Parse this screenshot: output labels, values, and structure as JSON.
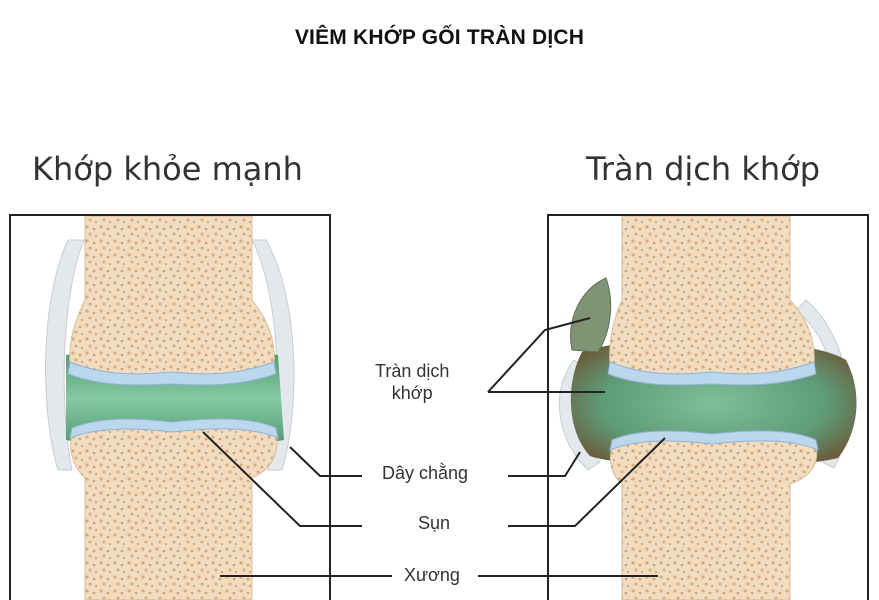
{
  "title": "VIÊM KHỚP GỐI TRÀN DỊCH",
  "panels": {
    "left": {
      "title": "Khớp khỏe mạnh"
    },
    "right": {
      "title": "Tràn dịch khớp"
    }
  },
  "labels": {
    "effusion_line1": "Tràn dịch",
    "effusion_line2": "khớp",
    "ligament": "Dây chằng",
    "cartilage": "Sụn",
    "bone": "Xương"
  },
  "colors": {
    "bone": "#f2dcc0",
    "bone_pores": "#d8b48a",
    "synovial_fluid": "#6fb58e",
    "effusion": "#7a6a4a",
    "cartilage": "#b8d4ea",
    "ligament": "#e2e6ea",
    "frame": "#222222"
  }
}
